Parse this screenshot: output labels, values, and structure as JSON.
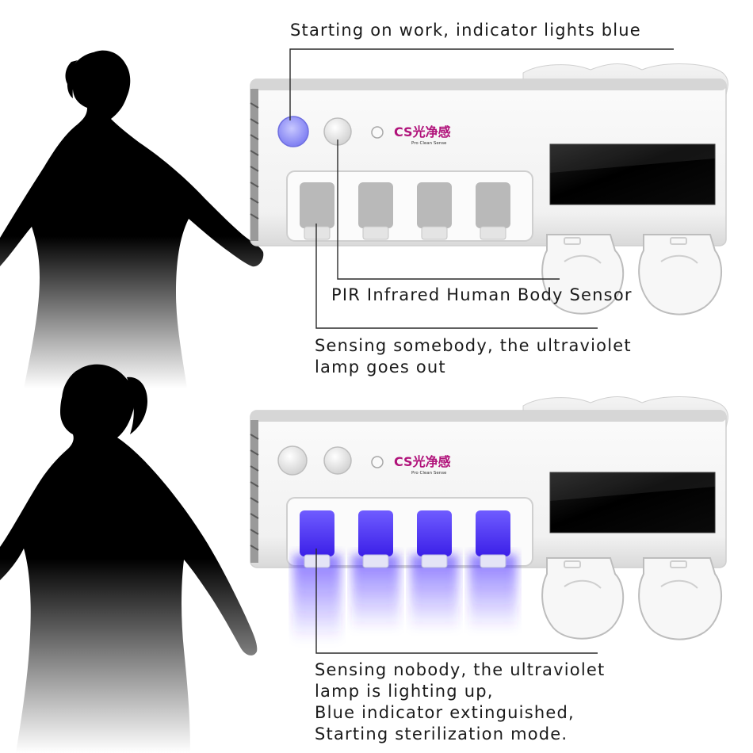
{
  "captions": {
    "indicator_on": "Starting on work, indicator lights blue",
    "pir_sensor": "PIR Infrared Human Body Sensor",
    "sensing_somebody": [
      "Sensing somebody, the ultraviolet",
      "lamp goes out"
    ],
    "sensing_nobody": [
      "Sensing nobody, the ultraviolet",
      "lamp is lighting up,",
      "Blue indicator extinguished,",
      "Starting sterilization mode."
    ]
  },
  "brand": {
    "logo_text": "CS光净感",
    "logo_subtext": "Pro Clean Sense"
  },
  "colors": {
    "indicator_blue": "#8e8ef8",
    "uv_glow": "#4a2dff",
    "brand_magenta": "#b0127a",
    "silhouette": "#000000",
    "leader_line": "#2a2a2a"
  },
  "devices": [
    {
      "state": "uv-off",
      "indicator_lit": true,
      "uv_lamps_lit": false,
      "tube_slots": 4,
      "toothpaste_squeezers": 2
    },
    {
      "state": "uv-on",
      "indicator_lit": false,
      "uv_lamps_lit": true,
      "tube_slots": 4,
      "toothpaste_squeezers": 2
    }
  ]
}
